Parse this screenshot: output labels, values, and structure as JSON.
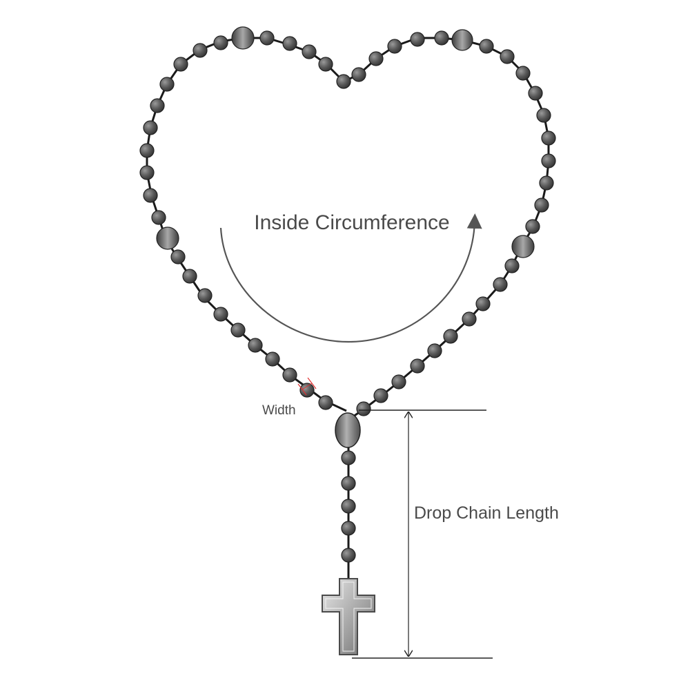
{
  "labels": {
    "inside_circumference": "Inside Circumference",
    "width": "Width",
    "drop_chain_length": "Drop Chain Length"
  },
  "colors": {
    "bead": "#5a5a5a",
    "bead_highlight": "#9a9a9a",
    "chain": "#1a1a1a",
    "arrow": "#555555",
    "dimension_line": "#222222",
    "width_marker": "#e03030",
    "cross_light": "#e8e8e8",
    "cross_dark": "#6b6b6b",
    "text": "#4a4a4a"
  },
  "icons": {
    "bead": "sphere-bead",
    "centerpiece": "oval-medallion",
    "pendant": "cross-icon"
  }
}
